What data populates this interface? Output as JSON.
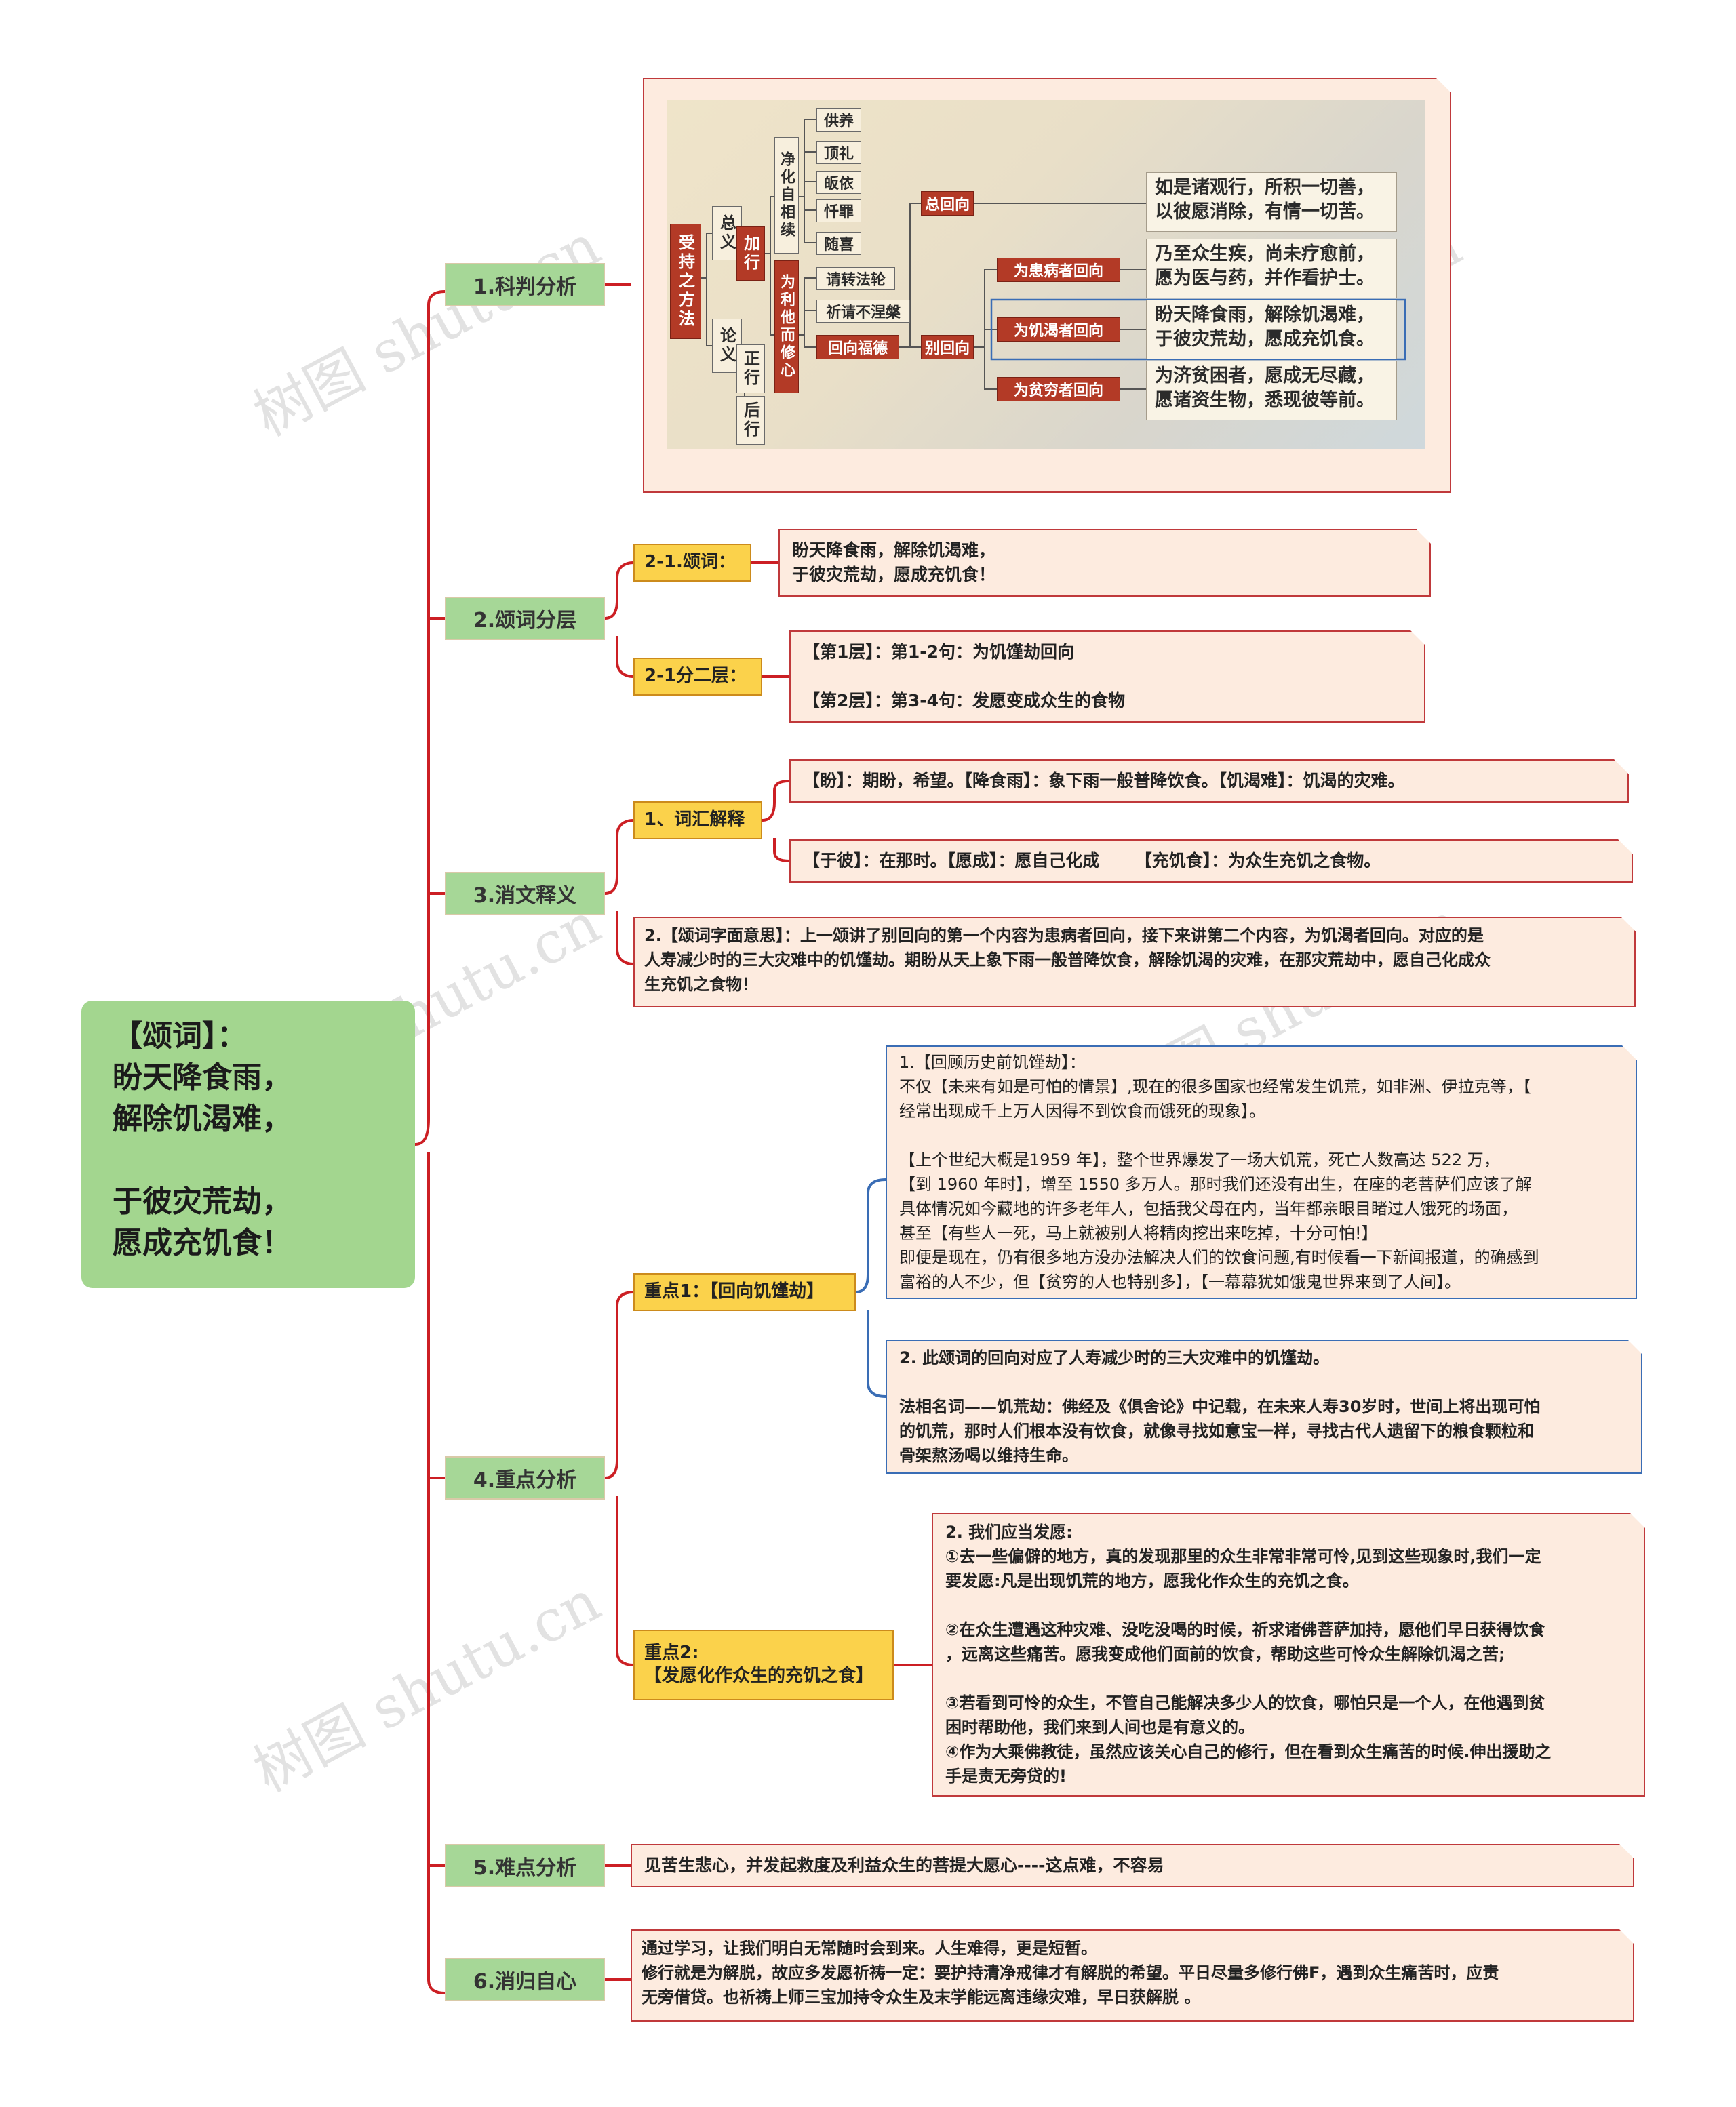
{
  "root": {
    "lines": [
      "【颂词】：",
      "盼天降食雨，",
      "解除饥渴难，",
      "",
      "于彼灾荒劫，",
      "愿成充饥食！"
    ]
  },
  "sections": {
    "s1": {
      "label": "1.科判分析",
      "diagram": {
        "shouchi": "受持之方法",
        "zongyi": "总义",
        "lunyi": "论义",
        "jiaxing": "加行",
        "zhengxing": "正行",
        "houxing": "后行",
        "jinghua": "净化自相续",
        "weili": "为利他而修心",
        "gongyang": "供养",
        "dingli": "顶礼",
        "guiyi": "皈依",
        "chanzui": "忏罪",
        "suixi": "随喜",
        "qingzhuan": "请转法轮",
        "qiqing": "祈请不涅槃",
        "huixiang_fude": "回向福德",
        "zong_huixiang": "总回向",
        "bie_huixiang": "别回向",
        "bingzhe": "为患病者回向",
        "jike": "为饥渴者回向",
        "pinqiong": "为贫穷者回向",
        "text1": [
          "如是诸观行，所积一切善，",
          "以彼愿消除，有情一切苦。"
        ],
        "text2": [
          "乃至众生疾，尚未疗愈前，",
          "愿为医与药，并作看护士。"
        ],
        "text3": [
          "盼天降食雨，解除饥渴难，",
          "于彼灾荒劫，愿成充饥食。"
        ],
        "text4": [
          "为济贫困者，愿成无尽藏，",
          "愿诸资生物，悉现彼等前。"
        ]
      }
    },
    "s2": {
      "label": "2.颂词分层",
      "sub1": {
        "label": "2-1.颂词：",
        "note": [
          "盼天降食雨，解除饥渴难，",
          "于彼灾荒劫，愿成充饥食！"
        ]
      },
      "sub2": {
        "label": "2-1分二层：",
        "note": [
          "【第1层】：第1-2句：为饥馑劫回向",
          "",
          "【第2层】：第3-4句：发愿变成众生的食物"
        ]
      }
    },
    "s3": {
      "label": "3.消文释义",
      "sub1": {
        "label": "1、词汇解释",
        "note1": "【盼】：期盼，希望。【降食雨】：象下雨一般普降饮食。【饥渴难】：饥渴的灾难。",
        "note2": "【于彼】：在那时。【愿成】：愿自己化成      【充饥食】：为众生充饥之食物。"
      },
      "note": [
        "2.【颂词字面意思】：上一颂讲了别回向的第一个内容为患病者回向，接下来讲第二个内容，为饥渴者回向。对应的是",
        "人寿减少时的三大灾难中的饥馑劫。期盼从天上象下雨一般普降饮食，解除饥渴的灾难，在那灾荒劫中，愿自己化成众",
        "生充饥之食物！"
      ]
    },
    "s4": {
      "label": "4.重点分析",
      "k1": {
        "label": "重点1：【回向饥馑劫】",
        "note1": [
          "1.【回顾历史前饥馑劫】：",
          "不仅【未来有如是可怕的情景】,现在的很多国家也经常发生饥荒，如非洲、伊拉克等，【",
          "经常出现成千上万人因得不到饮食而饿死的现象】。",
          "",
          "【上个世纪大概是1959 年】，整个世界爆发了一场大饥荒，死亡人数高达 522 万，",
          "【到 1960 年时】，增至 1550 多万人。那时我们还没有出生，在座的老菩萨们应该了解",
          "具体情况如今藏地的许多老年人，包括我父母在内，当年都亲眼目睹过人饿死的场面，",
          "甚至【有些人一死，马上就被别人将精肉挖出来吃掉，十分可怕!】",
          "即便是现在，仍有很多地方没办法解决人们的饮食问题,有时候看一下新闻报道，的确感到",
          "富裕的人不少，但【贫穷的人也特别多】，【一幕幕犹如饿鬼世界来到了人间】。"
        ],
        "note2": [
          "2. 此颂词的回向对应了人寿减少时的三大灾难中的饥馑劫。",
          "",
          "法相名词——饥荒劫：佛经及《俱舍论》中记载，在未来人寿30岁时，世间上将出现可怕",
          "的饥荒，那时人们根本没有饮食，就像寻找如意宝一样，寻找古代人遗留下的粮食颗粒和",
          "骨架熬汤喝以维持生命。"
        ]
      },
      "k2": {
        "label1": "重点2:",
        "label2": "【发愿化作众生的充饥之食】",
        "note": [
          "2. 我们应当发愿:",
          "①去一些偏僻的地方，真的发现那里的众生非常非常可怜,见到这些现象时,我们一定",
          "要发愿:凡是出现饥荒的地方，愿我化作众生的充饥之食。",
          "",
          "②在众生遭遇这种灾难、没吃没喝的时候，祈求诸佛菩萨加持，愿他们早日获得饮食",
          "，远离这些痛苦。愿我变成他们面前的饮食，帮助这些可怜众生解除饥渴之苦;",
          "",
          "③若看到可怜的众生，不管自己能解决多少人的饮食，哪怕只是一个人，在他遇到贫",
          "困时帮助他，我们来到人间也是有意义的。",
          "④作为大乘佛教徒，虽然应该关心自己的修行，但在看到众生痛苦的时候.伸出援助之",
          "手是责无旁贷的!"
        ]
      }
    },
    "s5": {
      "label": "5.难点分析",
      "note": "见苦生悲心，并发起救度及利益众生的菩提大愿心----这点难，不容易"
    },
    "s6": {
      "label": "6.消归自心",
      "note": [
        "通过学习，让我们明白无常随时会到来。人生难得，更是短暂。",
        "修行就是为解脱，故应多发愿祈祷一定：要护持清净戒律才有解脱的希望。平日尽量多修行佛F，遇到众生痛苦时，应责",
        "无旁借贷。也祈祷上师三宝加持令众生及末学能远离违缘灾难，早日获解脱 。"
      ]
    }
  },
  "watermark": "树图 shutu.cn",
  "colors": {
    "branch": "#cc1f24",
    "blue_branch": "#3a6db5",
    "root_bg": "#a3d68f",
    "l1_bg": "#a6d797",
    "l2_bg": "#fbd24b",
    "note_bg": "#fdebdf"
  }
}
